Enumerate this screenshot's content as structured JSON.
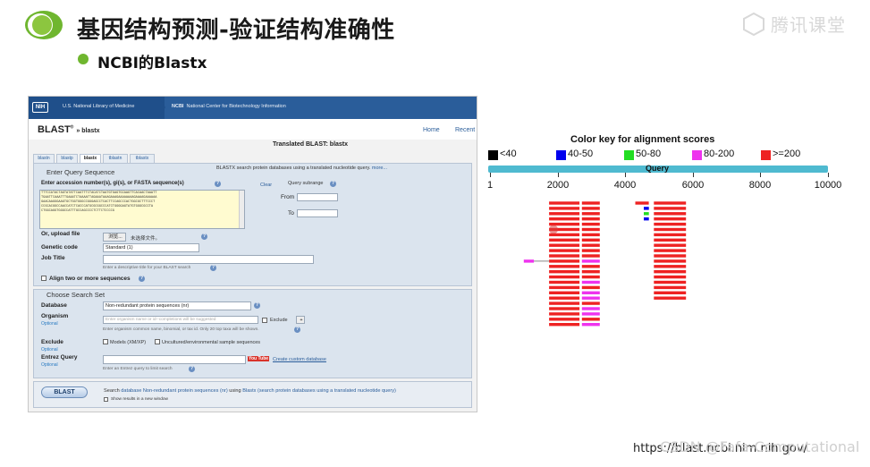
{
  "slide": {
    "title": "基因结构预测-验证结构准确性",
    "subtitle": "NCBI的Blastx",
    "watermark_top": "腾讯课堂",
    "url": "https://blast.ncbi.nlm.nih.gov/",
    "watermark_bottom": "CSDN @Fafa-Computational"
  },
  "blast_page": {
    "nih_label": "NIH",
    "nih_text": "U.S. National Library of Medicine",
    "ncbi_label": "NCBI",
    "ncbi_text": "National Center for Biotechnology Information",
    "blast_title": "BLAST",
    "blast_reg": "®",
    "breadcrumb": "» blastx",
    "nav": {
      "home": "Home",
      "recent": "Recent"
    },
    "page_title": "Translated BLAST: blastx",
    "tabs": [
      "blastn",
      "blastp",
      "blastx",
      "tblastn",
      "tblastx"
    ],
    "active_tab": "blastx",
    "query_section": {
      "legend": "Enter Query Sequence",
      "description": "BLASTX search protein databases using a translated nucleotide query.",
      "more": "more...",
      "accession_label": "Enter accession number(s), gi(s), or FASTA sequence(s)",
      "clear": "Clear",
      "subrange_label": "Query subrange",
      "from_label": "From",
      "to_label": "To",
      "sequence": "TTTCCATACTAGTATATTCAATTTCTACATCTAATGTGAGTGCAAGTTCACAACTAAATT\nTGAATTCAAATTTGAAATCTAAAATTAGAAATAAAGAAAGAAAAAAAAGAAAAGAAAAAA\nGAACAAGGGAAGTGCTGGTGGGCCGGGAGCCTCACTTCCAGCCCACTGGCGCTTTCCCT\nCCGCACGGCCAACCATCTCACCCATGCGCGGCCCATCTGGGGAGTATGTGGGCGCCTA\nCTGGCAGGTGGGCCATTTGCCAGCCCCTCTTCTCCCCG",
      "upload_label": "Or, upload file",
      "browse_button": "浏览...",
      "file_status": "未选择文件。",
      "genetic_code_label": "Genetic code",
      "genetic_code_value": "Standard (1)",
      "job_title_label": "Job Title",
      "job_title_hint": "Enter a descriptive title for your BLAST search",
      "align_label": "Align two or more sequences"
    },
    "search_set": {
      "legend": "Choose Search Set",
      "database_label": "Database",
      "database_value": "Non-redundant protein sequences (nr)",
      "organism_label": "Organism",
      "optional": "Optional",
      "organism_placeholder": "Enter organism name or id--completions will be suggested",
      "exclude_label": "Exclude",
      "plus": "+",
      "organism_hint": "Enter organism common name, binomial, or tax id. Only 20 top taxa will be shown.",
      "exclude_section_label": "Exclude",
      "models_label": "Models (XM/XP)",
      "uncultured_label": "Uncultured/environmental sample sequences",
      "entrez_label": "Entrez Query",
      "youtube": "You Tube",
      "create_custom": "Create custom database",
      "entrez_hint": "Enter an Entrez query to limit search"
    },
    "submit": {
      "button": "BLAST",
      "search_prefix": "Search",
      "search_database": "database Non-redundant protein sequences (nr)",
      "search_using": "using",
      "search_program": "Blastx (search protein databases using a translated nucleotide query)",
      "new_window": "Show results in a new window"
    }
  },
  "alignment_graphic": {
    "color_key_title": "Color key for alignment scores",
    "color_key": [
      {
        "label": "<40",
        "color": "#000000"
      },
      {
        "label": "40-50",
        "color": "#0000ee"
      },
      {
        "label": "50-80",
        "color": "#22dd22"
      },
      {
        "label": "80-200",
        "color": "#ee33ee"
      },
      {
        "label": ">=200",
        "color": "#ee2222"
      }
    ],
    "query_label": "Query",
    "query_color": "#4fbad0",
    "axis_min": 1,
    "axis_max": 10000,
    "ticks": [
      {
        "label": "1",
        "value": 1
      },
      {
        "label": "2000",
        "value": 2000
      },
      {
        "label": "4000",
        "value": 4000
      },
      {
        "label": "6000",
        "value": 6000
      },
      {
        "label": "8000",
        "value": 8000
      },
      {
        "label": "10000",
        "value": 10000
      }
    ],
    "hits": [
      {
        "y": 0,
        "segs": [
          [
            1750,
            2650,
            "#ee2222"
          ],
          [
            2720,
            3250,
            "#ee2222"
          ],
          [
            4300,
            4700,
            "#ee2222"
          ],
          [
            4850,
            5800,
            "#ee2222"
          ]
        ]
      },
      {
        "y": 1,
        "segs": [
          [
            1750,
            2650,
            "#ee2222"
          ],
          [
            2720,
            3250,
            "#ee2222"
          ],
          [
            4550,
            4700,
            "#0000ee"
          ],
          [
            4850,
            5800,
            "#ee2222"
          ]
        ]
      },
      {
        "y": 2,
        "segs": [
          [
            1750,
            2650,
            "#ee2222"
          ],
          [
            2720,
            3250,
            "#ee2222"
          ],
          [
            4550,
            4700,
            "#22dd22"
          ],
          [
            4850,
            5800,
            "#ee2222"
          ]
        ]
      },
      {
        "y": 3,
        "segs": [
          [
            1750,
            2650,
            "#ee2222"
          ],
          [
            2720,
            3250,
            "#ee2222"
          ],
          [
            4550,
            4700,
            "#0000ee"
          ],
          [
            4850,
            5800,
            "#ee2222"
          ]
        ]
      },
      {
        "y": 4,
        "segs": [
          [
            1750,
            2650,
            "#ee2222"
          ],
          [
            2720,
            3250,
            "#ee2222"
          ],
          [
            4850,
            5800,
            "#ee2222"
          ]
        ]
      },
      {
        "y": 5,
        "segs": [
          [
            1750,
            2650,
            "#ee2222"
          ],
          [
            2720,
            3250,
            "#ee2222"
          ],
          [
            4850,
            5800,
            "#ee2222"
          ]
        ]
      },
      {
        "y": 6,
        "segs": [
          [
            1750,
            2650,
            "#ee2222"
          ],
          [
            2720,
            3250,
            "#ee2222"
          ],
          [
            4850,
            5800,
            "#ee2222"
          ]
        ]
      },
      {
        "y": 7,
        "segs": [
          [
            1750,
            2650,
            "#ee2222"
          ],
          [
            2720,
            3250,
            "#ee2222"
          ],
          [
            4850,
            5800,
            "#ee2222"
          ]
        ]
      },
      {
        "y": 8,
        "segs": [
          [
            1750,
            2650,
            "#ee2222"
          ],
          [
            2720,
            3250,
            "#ee2222"
          ],
          [
            4850,
            5800,
            "#ee2222"
          ]
        ]
      },
      {
        "y": 9,
        "segs": [
          [
            1750,
            2650,
            "#ee2222"
          ],
          [
            2720,
            3250,
            "#ee2222"
          ],
          [
            4850,
            5800,
            "#ee2222"
          ]
        ]
      },
      {
        "y": 10,
        "segs": [
          [
            1750,
            2650,
            "#ee2222"
          ],
          [
            2720,
            3250,
            "#ee2222"
          ],
          [
            4850,
            5800,
            "#ee2222"
          ]
        ]
      },
      {
        "y": 11,
        "segs": [
          [
            1000,
            1300,
            "#ee33ee"
          ],
          [
            1750,
            2650,
            "#ee2222"
          ],
          [
            2720,
            3250,
            "#ee33ee"
          ],
          [
            4850,
            5800,
            "#ee2222"
          ]
        ]
      },
      {
        "y": 12,
        "segs": [
          [
            1750,
            2650,
            "#ee2222"
          ],
          [
            2720,
            3250,
            "#ee2222"
          ],
          [
            4850,
            5800,
            "#ee2222"
          ]
        ]
      },
      {
        "y": 13,
        "segs": [
          [
            1750,
            2650,
            "#ee2222"
          ],
          [
            2720,
            3250,
            "#ee2222"
          ],
          [
            4850,
            5800,
            "#ee2222"
          ]
        ]
      },
      {
        "y": 14,
        "segs": [
          [
            1750,
            2650,
            "#ee2222"
          ],
          [
            2720,
            3250,
            "#ee2222"
          ],
          [
            4850,
            5800,
            "#ee2222"
          ]
        ]
      },
      {
        "y": 15,
        "segs": [
          [
            1750,
            2650,
            "#ee2222"
          ],
          [
            2720,
            3250,
            "#ee33ee"
          ],
          [
            4850,
            5800,
            "#ee2222"
          ]
        ]
      },
      {
        "y": 16,
        "segs": [
          [
            1750,
            2650,
            "#ee2222"
          ],
          [
            2720,
            3250,
            "#ee2222"
          ],
          [
            4850,
            5800,
            "#ee2222"
          ]
        ]
      },
      {
        "y": 17,
        "segs": [
          [
            1750,
            2650,
            "#ee2222"
          ],
          [
            2720,
            3250,
            "#ee33ee"
          ],
          [
            4850,
            5800,
            "#ee2222"
          ]
        ]
      },
      {
        "y": 18,
        "segs": [
          [
            1750,
            2650,
            "#ee2222"
          ],
          [
            2720,
            3250,
            "#ee33ee"
          ],
          [
            4850,
            5800,
            "#ee2222"
          ]
        ]
      },
      {
        "y": 19,
        "segs": [
          [
            1750,
            2650,
            "#ee2222"
          ],
          [
            2720,
            3250,
            "#ee2222"
          ]
        ]
      },
      {
        "y": 20,
        "segs": [
          [
            1750,
            2650,
            "#ee2222"
          ],
          [
            2720,
            3250,
            "#ee33ee"
          ]
        ]
      },
      {
        "y": 21,
        "segs": [
          [
            1750,
            2650,
            "#ee2222"
          ],
          [
            2720,
            3250,
            "#ee33ee"
          ]
        ]
      },
      {
        "y": 22,
        "segs": [
          [
            1750,
            2650,
            "#ee2222"
          ],
          [
            2720,
            3250,
            "#ee2222"
          ]
        ]
      },
      {
        "y": 23,
        "segs": [
          [
            1750,
            2650,
            "#ee2222"
          ],
          [
            2720,
            3250,
            "#ee33ee"
          ]
        ]
      }
    ],
    "connector": {
      "y": 11,
      "from": 1300,
      "to": 1750,
      "color": "#888888"
    },
    "highlight": {
      "y": 5,
      "value": 1880,
      "color": "#d94040"
    }
  }
}
